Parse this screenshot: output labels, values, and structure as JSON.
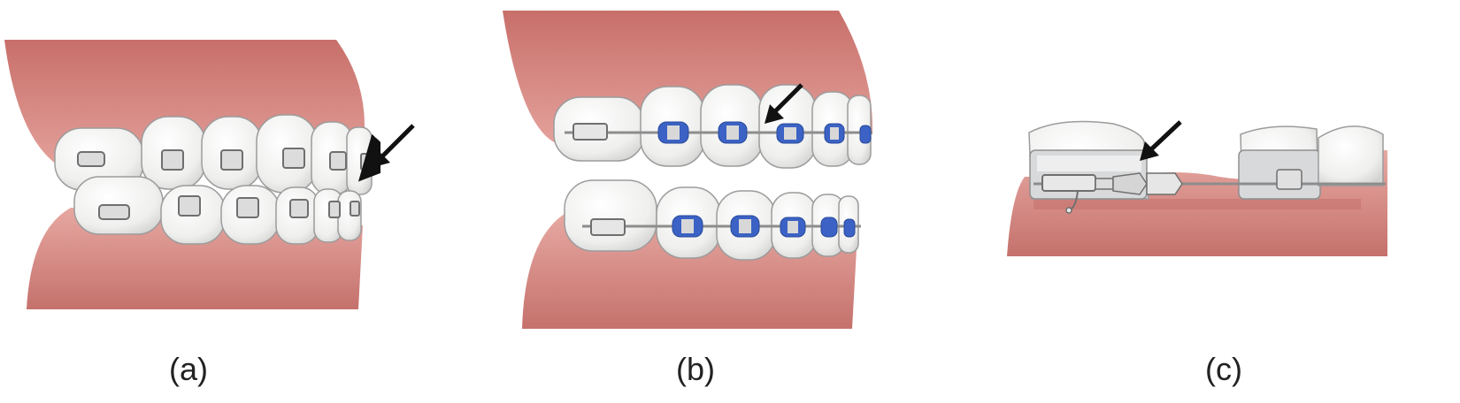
{
  "figure": {
    "panels": [
      {
        "id": "a",
        "label": "(a)"
      },
      {
        "id": "b",
        "label": "(b)"
      },
      {
        "id": "c",
        "label": "(c)"
      }
    ],
    "colors": {
      "gum": "#d98b86",
      "gum_dark": "#b9615d",
      "tooth": "#f3f3f2",
      "tooth_shadow": "#cfcfcf",
      "bracket": "#8a8a8a",
      "ligature_blue": "#3b62c4",
      "wire": "#9a9a9a",
      "arrow": "#111111"
    },
    "icons": [
      "arrow-icon"
    ]
  }
}
